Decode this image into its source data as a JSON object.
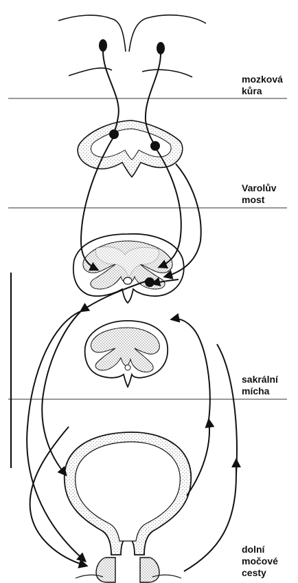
{
  "labels": {
    "cortex": [
      "mozková",
      "kůra"
    ],
    "pons": [
      "Varolův",
      "most"
    ],
    "sacral": [
      "sakrální",
      "mícha"
    ],
    "lower_tract": [
      "dolní",
      "močové",
      "cesty"
    ]
  },
  "colors": {
    "ink": "#111111",
    "paper": "#ffffff",
    "stipple": "#555555"
  }
}
